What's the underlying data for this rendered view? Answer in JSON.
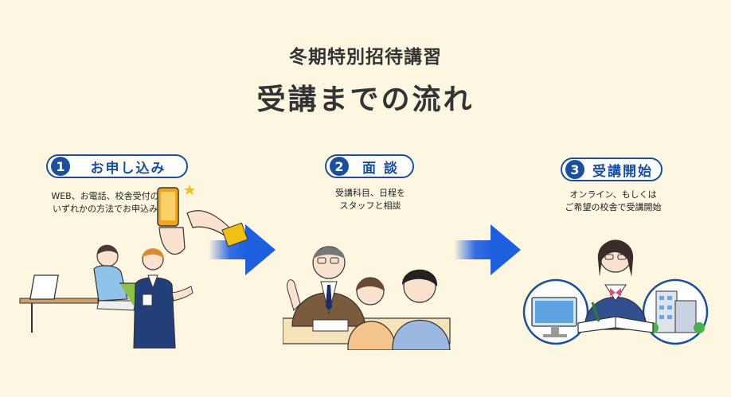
{
  "header": {
    "subtitle": "冬期特別招待講習",
    "title": "受講までの流れ"
  },
  "steps": [
    {
      "number": "1",
      "label": "お申し込み",
      "desc_line1": "WEB、お電話、校舎受付の",
      "desc_line2": "いずれかの方法でお申込み"
    },
    {
      "number": "2",
      "label": "面 談",
      "desc_line1": "受講科目、日程を",
      "desc_line2": "スタッフと相談"
    },
    {
      "number": "3",
      "label": "受講開始",
      "desc_line1": "オンライン、もしくは",
      "desc_line2": "ご希望の校舎で受講開始"
    }
  ],
  "colors": {
    "background": "#fdf6e0",
    "accent": "#1a4fa0",
    "arrow": "#1e5fe0"
  }
}
